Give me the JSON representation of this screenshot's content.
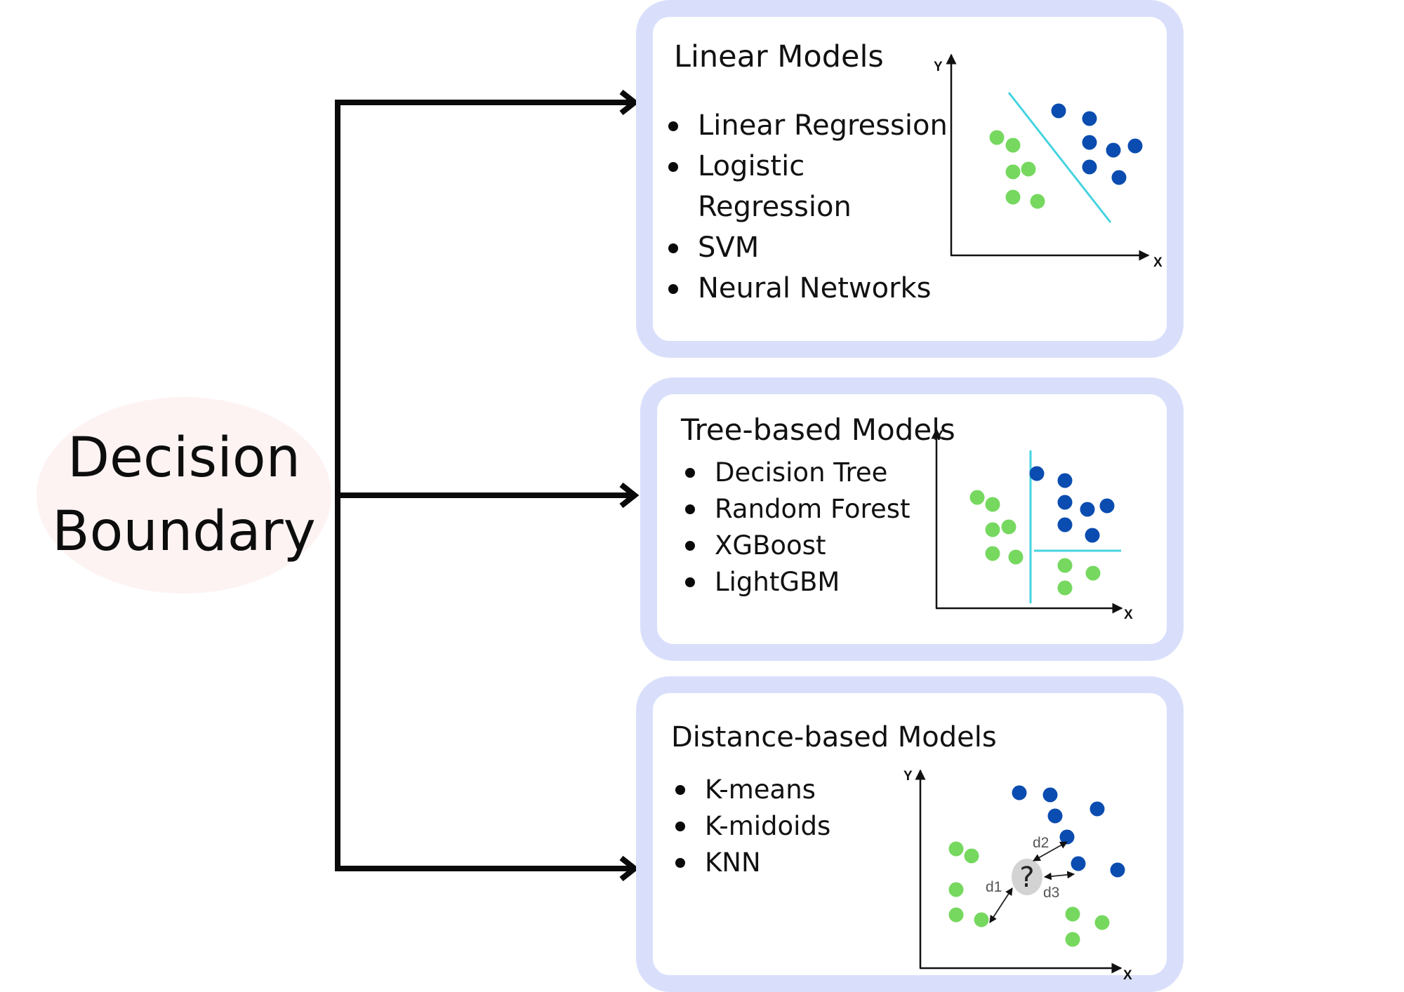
{
  "root": {
    "line1": "Decision",
    "line2": "Boundary"
  },
  "branches": [
    {
      "title": "Linear Models",
      "items": [
        "Linear Regression",
        "Logistic Regression",
        "SVM",
        "Neural Networks"
      ]
    },
    {
      "title": "Tree-based Models",
      "items": [
        "Decision Tree",
        "Random Forest",
        "XGBoost",
        "LightGBM"
      ]
    },
    {
      "title": "Distance-based Models",
      "items": [
        "K-means",
        "K-midoids",
        "KNN"
      ]
    }
  ],
  "axes": {
    "x": "X",
    "y": "Y"
  },
  "distance_labels": [
    "d1",
    "d2",
    "d3"
  ],
  "query_symbol": "?",
  "colors": {
    "class_a": "#76d85f",
    "class_b": "#0b4cb0",
    "boundary": "#45d3e0",
    "card_border": "#d9dffb",
    "root_fill": "#fdf3f3"
  }
}
